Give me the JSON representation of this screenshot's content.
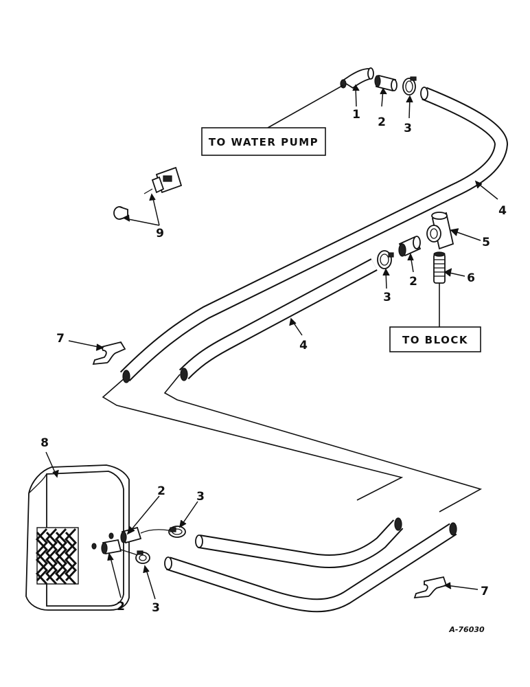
{
  "labels": {
    "water_pump": "TO WATER PUMP",
    "block": "TO BLOCK",
    "drawing_number": "A-76030"
  },
  "callouts": {
    "c1": "1",
    "c2_top": "2",
    "c3_top": "3",
    "c4_upper": "4",
    "c5": "5",
    "c6": "6",
    "c2_mid": "2",
    "c3_mid": "3",
    "c4_lower": "4",
    "c7_left": "7",
    "c9": "9",
    "c8": "8",
    "c2_heater_upper": "2",
    "c3_heater_upper": "3",
    "c2_heater_lower": "2",
    "c3_heater_lower": "3",
    "c7_right": "7"
  }
}
